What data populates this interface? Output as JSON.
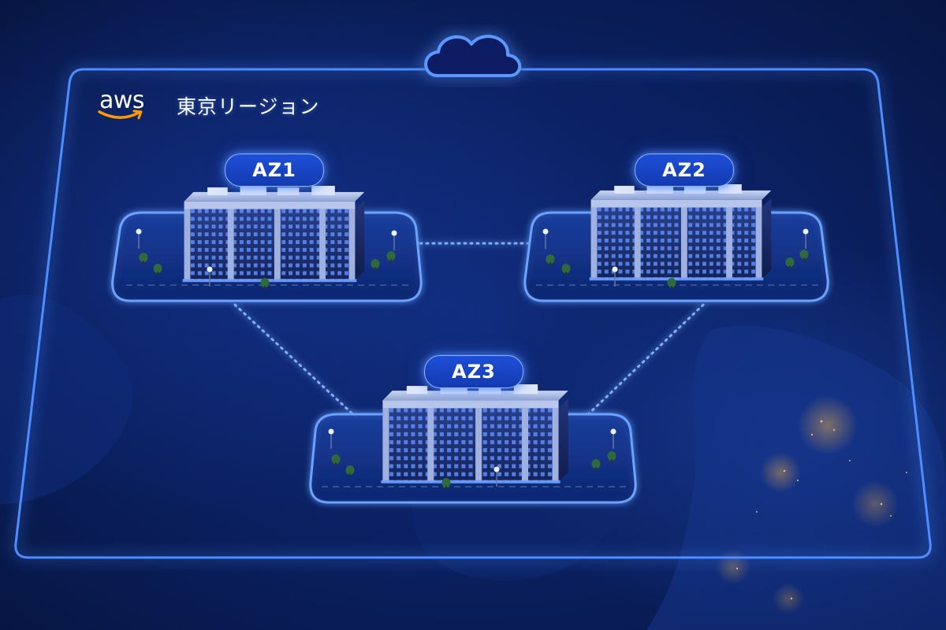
{
  "header": {
    "logo_text": "aws",
    "region_name": "東京リージョン"
  },
  "availability_zones": [
    {
      "label": "AZ1"
    },
    {
      "label": "AZ2"
    },
    {
      "label": "AZ3"
    }
  ],
  "icons": {
    "cloud": "cloud-icon",
    "logo": "aws-logo-icon",
    "building": "datacenter-building-icon"
  },
  "colors": {
    "background": "#0a1f5e",
    "glow": "#4d8dff",
    "label_fill": "#1d4fd8",
    "logo_smile": "#ff9900"
  }
}
